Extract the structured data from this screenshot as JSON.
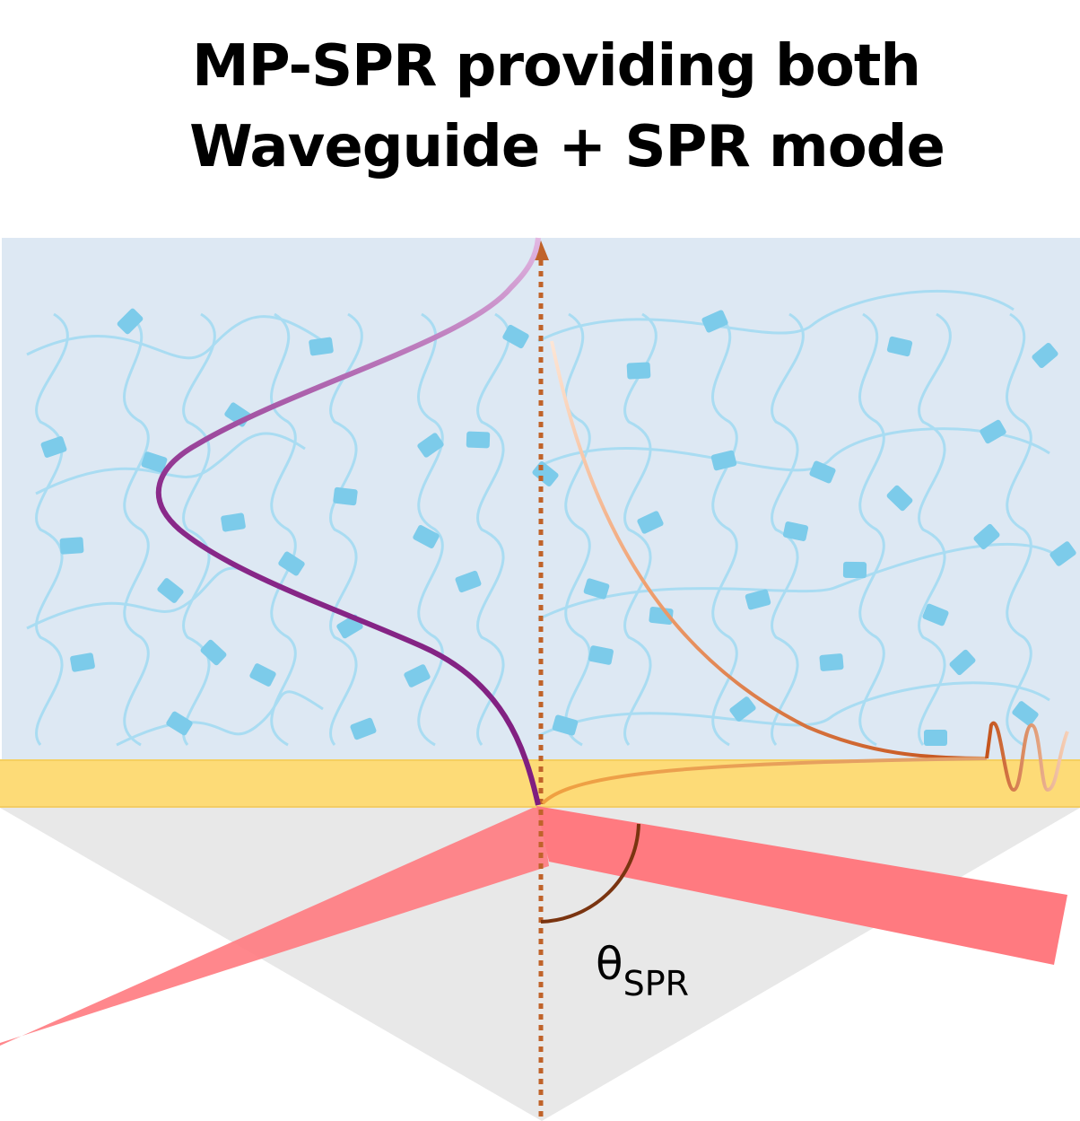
{
  "title": {
    "line1": "MP-SPR providing both",
    "line2": "Waveguide + SPR mode"
  },
  "angle_label": {
    "symbol": "θ",
    "subscript": "SPR"
  },
  "colors": {
    "polymer_layer": "#dde8f3",
    "gold_layer": "#fddb77",
    "prism": "#e8e8e8",
    "waveguide_mode": "#7f1d7f",
    "spr_mode": "#cc5a1e",
    "light_beam": "#ff7a80",
    "normal_line": "#c0632a",
    "angle_arc": "#7a3410",
    "network": "#a9dcf2",
    "network_nodes": "#7ccbea"
  }
}
